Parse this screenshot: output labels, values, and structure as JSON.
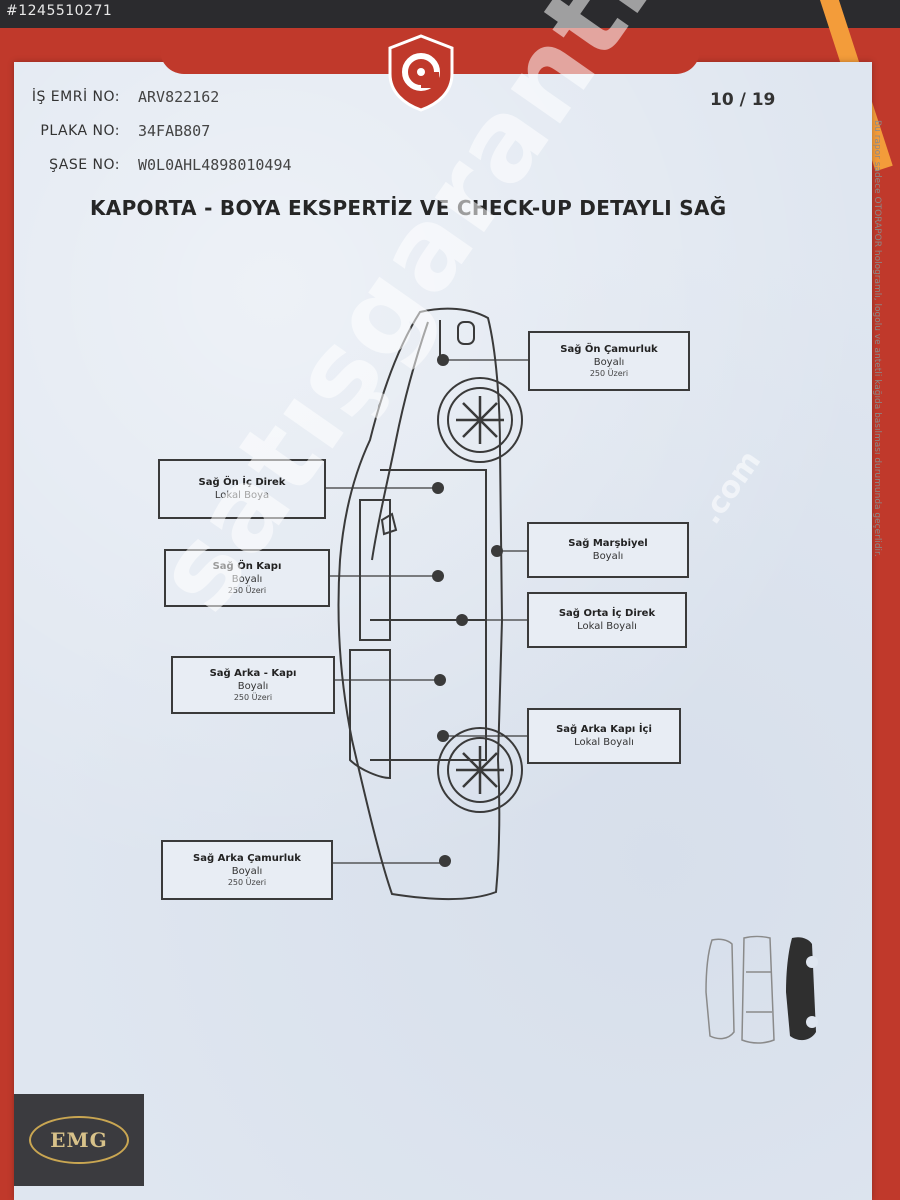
{
  "listing": {
    "id": "#1245510271"
  },
  "header": {
    "work_order_label": "İŞ EMRİ NO:",
    "work_order_value": "ARV822162",
    "plate_label": "PLAKA NO:",
    "plate_value": "34FAB807",
    "chassis_label": "ŞASE NO:",
    "chassis_value": "W0L0AHL4898010494",
    "page_number": "10 / 19"
  },
  "title": "KAPORTA - BOYA EKSPERTİZ VE CHECK-UP DETAYLI SAĞ",
  "side_note": "Bu rapor sadece OTORAPOR hologramlı, logolu ve antetli kağıda basılması durumunda geçerlidir.",
  "callouts": [
    {
      "title": "Sağ Ön Çamurluk",
      "status": "Boyalı",
      "extra": "250 Üzeri"
    },
    {
      "title": "Sağ Ön İç Direk",
      "status": "Lokal Boya",
      "extra": ""
    },
    {
      "title": "Sağ Marşbiyel",
      "status": "Boyalı",
      "extra": ""
    },
    {
      "title": "Sağ Ön Kapı",
      "status": "Boyalı",
      "extra": "250 Üzeri"
    },
    {
      "title": "Sağ Orta İç Direk",
      "status": "Lokal Boyalı",
      "extra": ""
    },
    {
      "title": "Sağ Arka - Kapı",
      "status": "Boyalı",
      "extra": "250 Üzeri"
    },
    {
      "title": "Sağ Arka Kapı İçi",
      "status": "Lokal Boyalı",
      "extra": ""
    },
    {
      "title": "Sağ Arka Çamurluk",
      "status": "Boyalı",
      "extra": "250 Üzeri"
    }
  ],
  "watermark": {
    "main": "satışgaranti",
    "suffix": ".com"
  },
  "logo": {
    "text": "EMG"
  },
  "colors": {
    "accent_red": "#c0392b",
    "paper": "#dfe6f0",
    "line": "#3a3a3a"
  }
}
